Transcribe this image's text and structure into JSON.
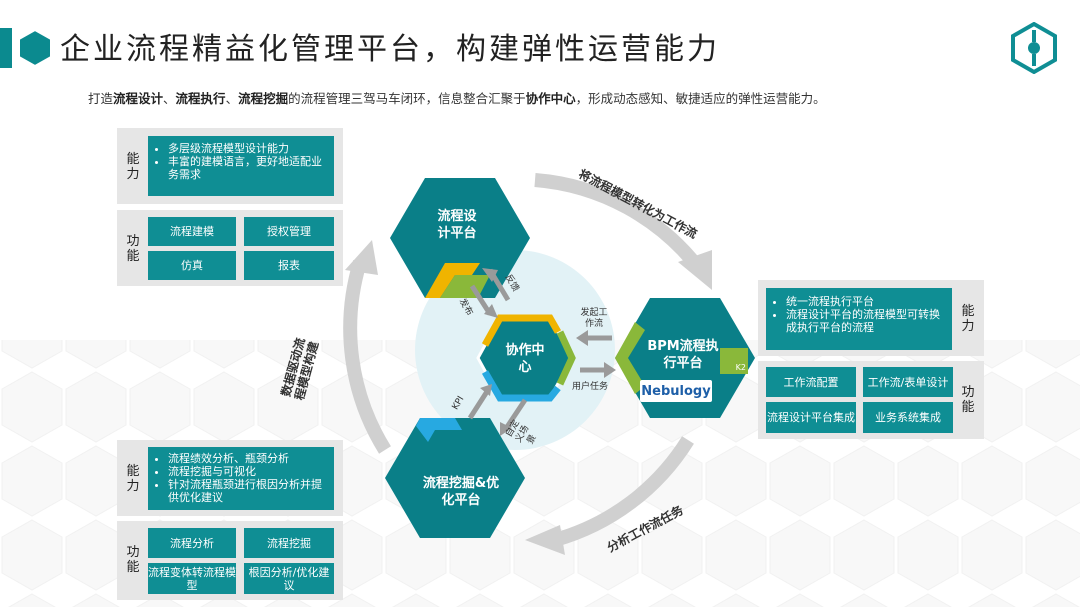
{
  "header": {
    "title": "企业流程精益化管理平台，构建弹性运营能力",
    "subtitle_parts": [
      {
        "text": "打造",
        "bold": false
      },
      {
        "text": "流程设计",
        "bold": true
      },
      {
        "text": "、",
        "bold": false
      },
      {
        "text": "流程执行",
        "bold": true
      },
      {
        "text": "、",
        "bold": false
      },
      {
        "text": "流程挖掘",
        "bold": true
      },
      {
        "text": "的流程管理三驾马车闭环，信息整合汇聚于",
        "bold": false
      },
      {
        "text": "协作中心",
        "bold": true
      },
      {
        "text": "，形成动态感知、敏捷适应的弹性运营能力。",
        "bold": false
      }
    ]
  },
  "colors": {
    "teal": "#0f8e94",
    "dark_teal": "#0a6f78",
    "yellow": "#f0b400",
    "green": "#8ab83a",
    "cyan": "#27a9e1",
    "gray_panel": "#e6e6e6"
  },
  "panel_design": {
    "ability_label": "能力",
    "ability_items": [
      "多层级流程模型设计能力",
      "丰富的建模语言，更好地适配业务需求"
    ],
    "function_label": "功能",
    "functions": [
      "流程建模",
      "授权管理",
      "仿真",
      "报表"
    ]
  },
  "panel_exec": {
    "ability_label": "能力",
    "ability_items": [
      "统一流程执行平台",
      "流程设计平台的流程模型可转换成执行平台的流程"
    ],
    "function_label": "功能",
    "functions": [
      "工作流配置",
      "工作流/表单设计",
      "流程设计平台集成",
      "业务系统集成"
    ]
  },
  "panel_mining": {
    "ability_label": "能力",
    "ability_items": [
      "流程绩效分析、瓶颈分析",
      "流程挖掘与可视化",
      "针对流程瓶颈进行根因分析并提供优化建议"
    ],
    "function_label": "功能",
    "functions": [
      "流程分析",
      "流程挖掘",
      "流程变体转流程模型",
      "根因分析/优化建议"
    ]
  },
  "diagram": {
    "hex_design": "流程设计平台",
    "hex_exec": "BPM流程执行平台",
    "hex_mining": "流程挖掘&优化平台",
    "hex_center": "协作中心",
    "arc_top": "将流程模型转化为工作流",
    "arc_bottom": "分析工作流任务",
    "arc_left": "数据驱动流程模型构建",
    "label_feedback": "反馈",
    "label_publish": "发布",
    "label_initiate": "发起工作流",
    "label_user_task": "用户任务",
    "label_kpi": "KPI",
    "label_custom": "自定义场景",
    "nebulogy": "Nebulogy",
    "k2": "K2"
  }
}
